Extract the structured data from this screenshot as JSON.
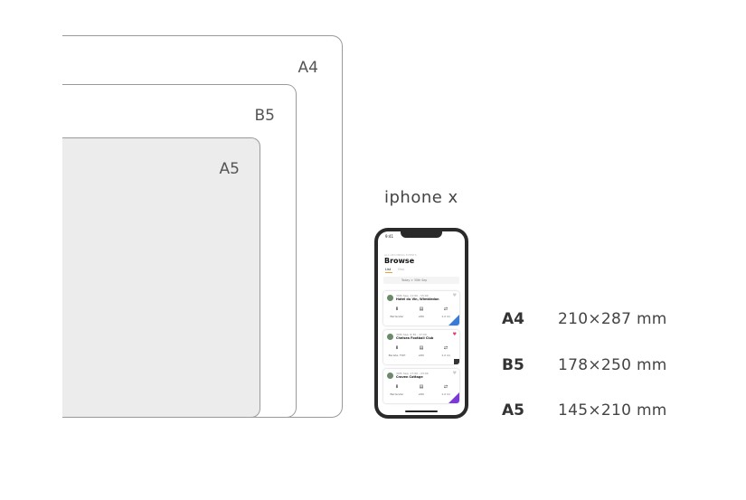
{
  "papers": {
    "a4_label": "A4",
    "b5_label": "B5",
    "a5_label": "A5",
    "a5_fill": "#ececec",
    "outline_color": "#9a9a9a"
  },
  "phone": {
    "title": "iphone x",
    "status_time": "9:41",
    "subline": "ALL UPCOMING EVENTS",
    "heading": "Browse",
    "tab_list": "List",
    "tab_map": "Map",
    "date_range": "Today > 30th Sep",
    "accent_color": "#f0a030",
    "cards": [
      {
        "meta": "30th Sep, 11:00 - 15:00",
        "venue": "Hotel du Vin, Wimbledon",
        "heart_color": "#cccccc",
        "cells": [
          {
            "icon": "⬇",
            "label": "Bartender"
          },
          {
            "icon": "▤",
            "label": "£80"
          },
          {
            "icon": "⇄",
            "label": "1.2 mi"
          }
        ],
        "corner_color": "#3a7bd5"
      },
      {
        "meta": "30th Sep, 9:30 - 17:00",
        "venue": "Chelsea Football Club",
        "heart_color": "#e83e6c",
        "cells": [
          {
            "icon": "⬇",
            "label": "Barista, FOH"
          },
          {
            "icon": "▤",
            "label": "£80"
          },
          {
            "icon": "⇄",
            "label": "1.2 mi"
          }
        ],
        "corner_color": ""
      },
      {
        "meta": "30th Sep, 17:00 - 23:00",
        "venue": "Craven Cottage",
        "heart_color": "#cccccc",
        "cells": [
          {
            "icon": "⬇",
            "label": "Bartender"
          },
          {
            "icon": "▤",
            "label": "£80"
          },
          {
            "icon": "⇄",
            "label": "1.2 mi"
          }
        ],
        "corner_color": "#7a3ad5"
      }
    ]
  },
  "dimensions": [
    {
      "name": "A4",
      "value": "210×287 mm"
    },
    {
      "name": "B5",
      "value": "178×250 mm"
    },
    {
      "name": "A5",
      "value": "145×210 mm"
    }
  ]
}
